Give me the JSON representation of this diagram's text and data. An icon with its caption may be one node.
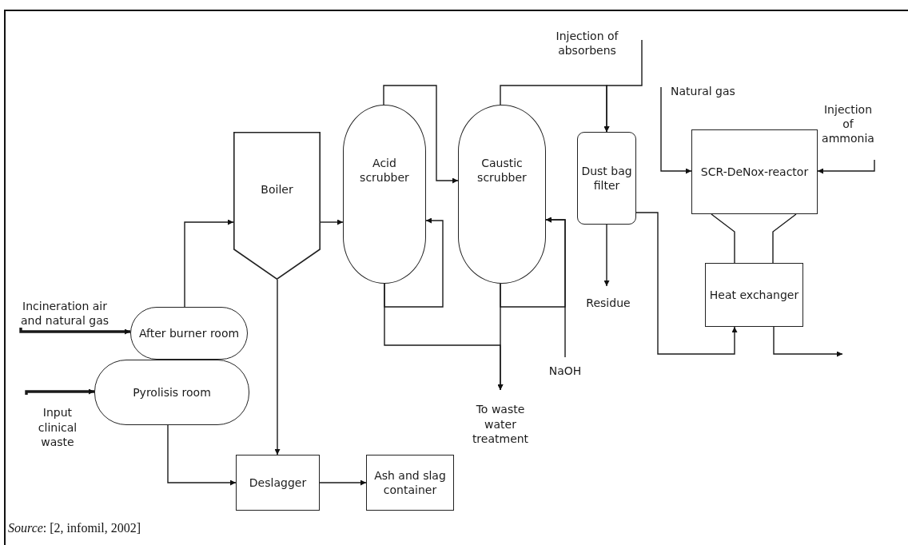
{
  "diagram": {
    "caption": "*Source*: [2, infomil, 2002]",
    "nodes": [
      {
        "text": [
          "Boiler"
        ]
      },
      {
        "text": [
          "Acid scrubber"
        ]
      },
      {
        "text": [
          "Caustic scrubber"
        ]
      },
      {
        "text": [
          "Dust bag filter"
        ]
      },
      {
        "text": [
          "SCR-DeNox-reactor"
        ]
      },
      {
        "text": [
          "Heat exchanger"
        ]
      },
      {
        "text": [
          "After burner room"
        ]
      },
      {
        "text": [
          "Pyrolisis room"
        ]
      },
      {
        "text": [
          "Deslagger"
        ]
      },
      {
        "text": [
          "Ash and slag container"
        ]
      },
      {
        "text": [
          "Injection of absorbens"
        ]
      },
      {
        "text": [
          "Natural gas"
        ]
      },
      {
        "text": [
          "Injection of ammonia"
        ]
      },
      {
        "text": [
          "Incineration air and natural gas"
        ]
      },
      {
        "text": [
          "Input clinical waste"
        ]
      },
      {
        "text": [
          "Residue"
        ]
      },
      {
        "text": [
          "To waste water treatment"
        ]
      },
      {
        "text": [
          "NaOH"
        ]
      }
    ],
    "edges": [
      {
        "from": 13,
        "to": 6,
        "arrow": "to",
        "style": "thick"
      },
      {
        "from": 14,
        "to": 7,
        "arrow": "to",
        "style": "thick"
      },
      {
        "from": 6,
        "to": 0,
        "arrow": "to"
      },
      {
        "from": 0,
        "to": 1,
        "arrow": "to"
      },
      {
        "from": 1,
        "to": 2,
        "arrow": "to"
      },
      {
        "from": 1,
        "to": 1,
        "arrow": "to"
      },
      {
        "from": 1,
        "to": 16,
        "arrow": "to"
      },
      {
        "from": 2,
        "to": 2,
        "arrow": "to"
      },
      {
        "from": 2,
        "to": 16,
        "arrow": "to"
      },
      {
        "from": 17,
        "to": 2,
        "arrow": "to"
      },
      {
        "from": 2,
        "to": 3,
        "arrow": "to"
      },
      {
        "from": 10,
        "to": 3,
        "arrow": "to"
      },
      {
        "from": 3,
        "to": 15,
        "arrow": "to"
      },
      {
        "from": 11,
        "to": 4,
        "arrow": "to"
      },
      {
        "from": 12,
        "to": 4,
        "arrow": "to"
      },
      {
        "from": 4,
        "to": 5,
        "arrow": "none"
      },
      {
        "from": 3,
        "to": 5,
        "arrow": "to"
      },
      {
        "from": 5,
        "to": null,
        "arrow": "to"
      },
      {
        "from": 0,
        "to": 8,
        "arrow": "to"
      },
      {
        "from": 7,
        "to": 8,
        "arrow": "to"
      },
      {
        "from": 8,
        "to": 9,
        "arrow": "to"
      }
    ]
  }
}
